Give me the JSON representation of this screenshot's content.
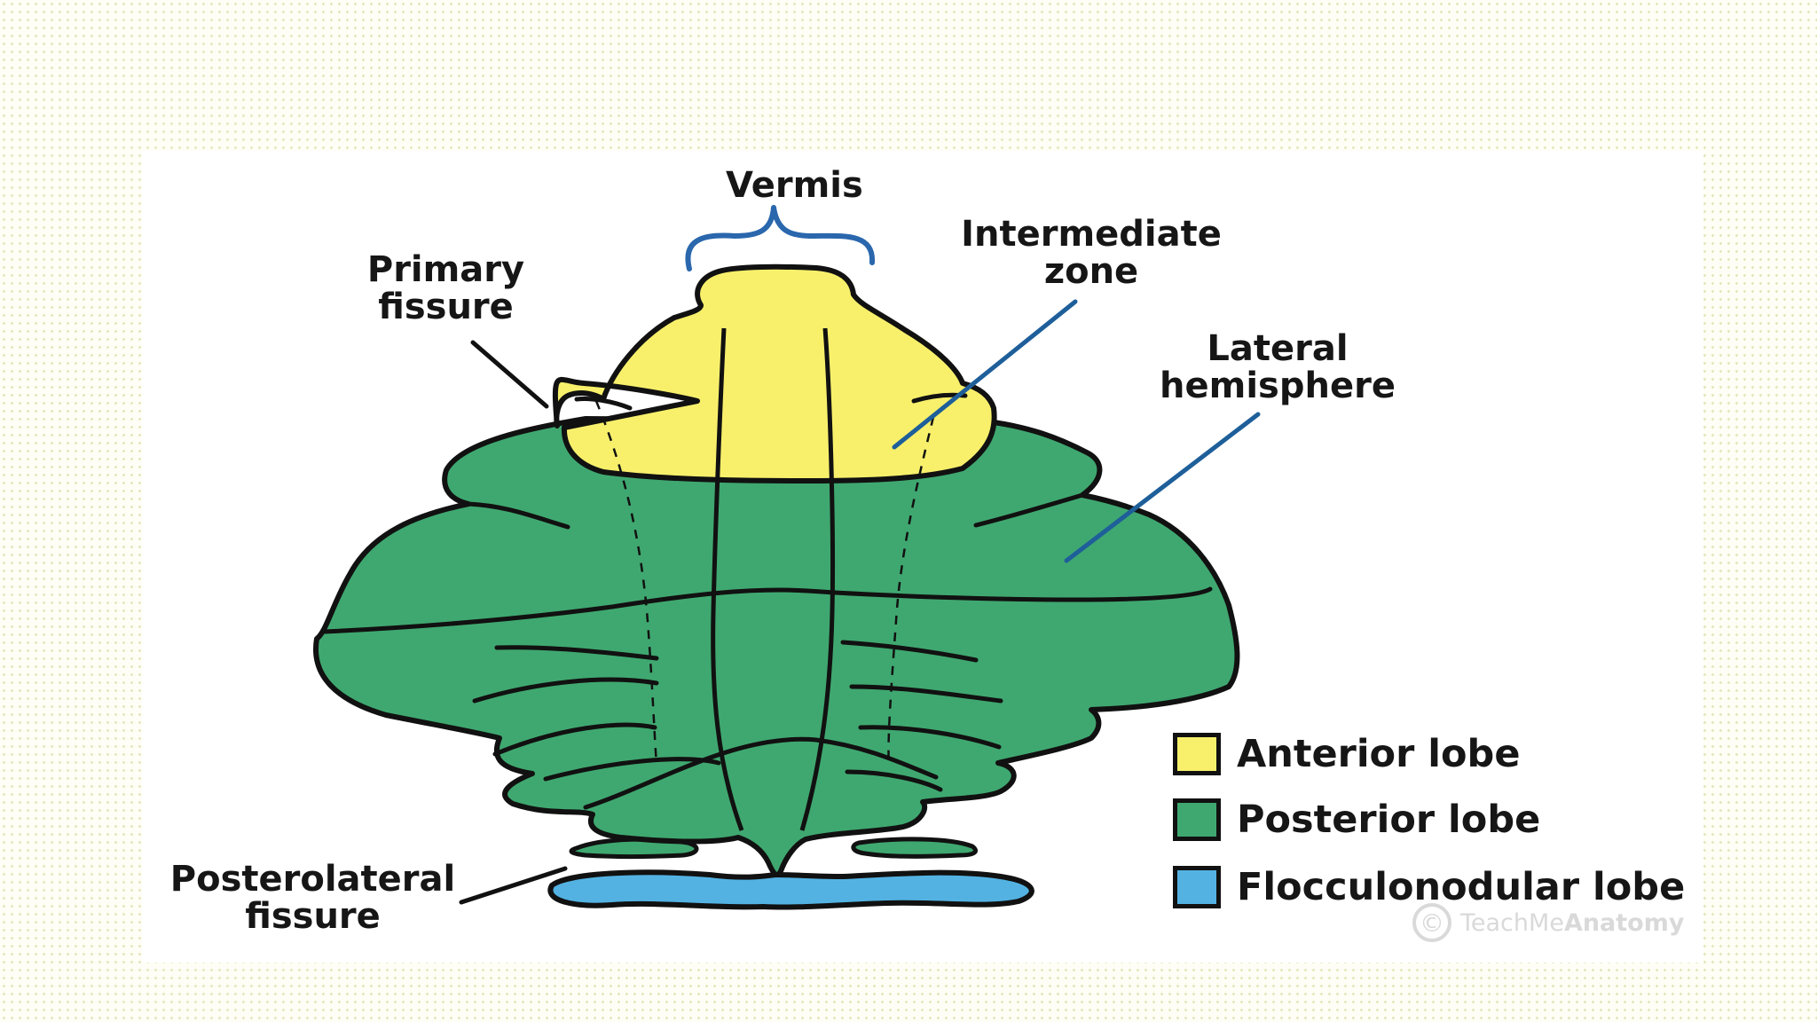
{
  "labels": {
    "vermis": "Vermis",
    "intermediate_zone": [
      "Intermediate",
      "zone"
    ],
    "primary_fissure": [
      "Primary",
      "fissure"
    ],
    "lateral_hemisphere": [
      "Lateral",
      "hemisphere"
    ],
    "posterolateral_fissure": [
      "Posterolateral",
      "fissure"
    ]
  },
  "legend": [
    {
      "label": "Anterior lobe",
      "color": "#f8f06b"
    },
    {
      "label": "Posterior lobe",
      "color": "#3fa870"
    },
    {
      "label": "Flocculonodular lobe",
      "color": "#53b2e2"
    }
  ],
  "colors": {
    "outline": "#111111",
    "pointer_blue": "#1e5f9a",
    "bracket_blue": "#2a67ad"
  },
  "watermark": {
    "prefix": "TeachMe",
    "suffix": "Anatomy"
  }
}
